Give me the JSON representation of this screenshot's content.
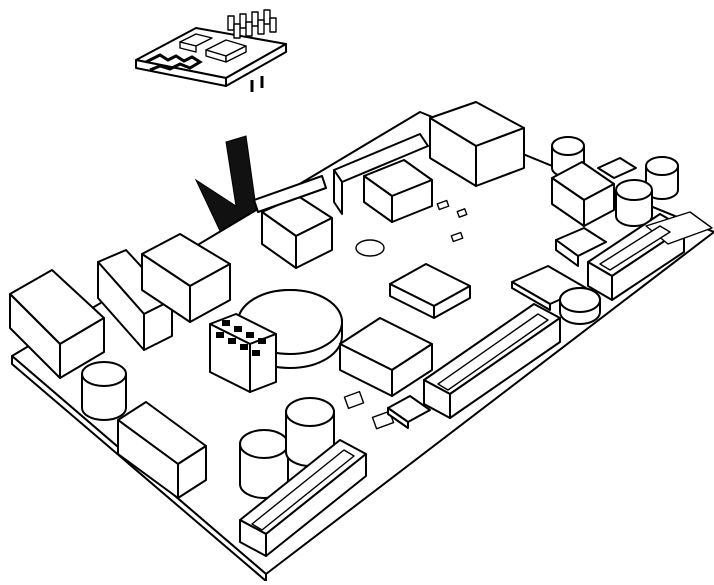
{
  "figure": {
    "subject": "wifi-module-install-on-controller-board",
    "parts": [
      "wifi-module",
      "main-board",
      "pin-header-socket",
      "indicator-arrow"
    ]
  },
  "colors": {
    "line": "#000000",
    "fill": "#ffffff",
    "arrow": "#111111"
  }
}
